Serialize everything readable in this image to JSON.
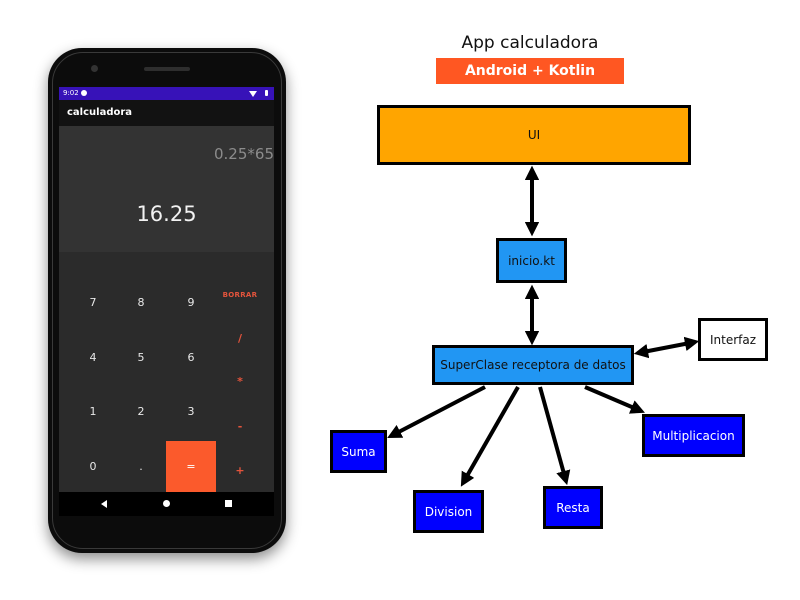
{
  "phone": {
    "status_bar": {
      "time": "9:02"
    },
    "app_bar": {
      "title": "calculadora"
    },
    "display": {
      "expression": "0.25*65",
      "result": "16.25"
    },
    "keypad": {
      "clear_label": "BORRAR",
      "equals_label": "=",
      "rows": [
        {
          "keys": [
            "7",
            "8",
            "9"
          ],
          "op": "/"
        },
        {
          "keys": [
            "4",
            "5",
            "6"
          ],
          "op": "*"
        },
        {
          "keys": [
            "1",
            "2",
            "3"
          ],
          "op": "-"
        },
        {
          "keys": [
            "0",
            "."
          ],
          "op": "+"
        }
      ]
    },
    "colors": {
      "status_bar": "#3712b8",
      "accent": "#fb5a2c",
      "display_bg": "#333333",
      "keypad_bg": "#2b2b2b"
    }
  },
  "diagram": {
    "title": "App calculadora",
    "subtitle": "Android + Kotlin",
    "nodes": {
      "ui": "UI",
      "inicio": "inicio.kt",
      "superclase": "SuperClase receptora de datos",
      "interfaz": "Interfaz",
      "suma": "Suma",
      "division": "Division",
      "resta": "Resta",
      "multiplicacion": "Multiplicacion"
    },
    "edges": [
      {
        "from": "ui",
        "to": "inicio",
        "bidirectional": true
      },
      {
        "from": "inicio",
        "to": "superclase",
        "bidirectional": true
      },
      {
        "from": "superclase",
        "to": "interfaz",
        "bidirectional": true
      },
      {
        "from": "superclase",
        "to": "suma",
        "bidirectional": false
      },
      {
        "from": "superclase",
        "to": "division",
        "bidirectional": false
      },
      {
        "from": "superclase",
        "to": "resta",
        "bidirectional": false
      },
      {
        "from": "superclase",
        "to": "multiplicacion",
        "bidirectional": false
      }
    ],
    "colors": {
      "ui": "#ffa500",
      "inicio": "#2196f3",
      "superclase": "#2196f3",
      "operations": "#0000ff",
      "subtitle": "#ff5722"
    }
  }
}
